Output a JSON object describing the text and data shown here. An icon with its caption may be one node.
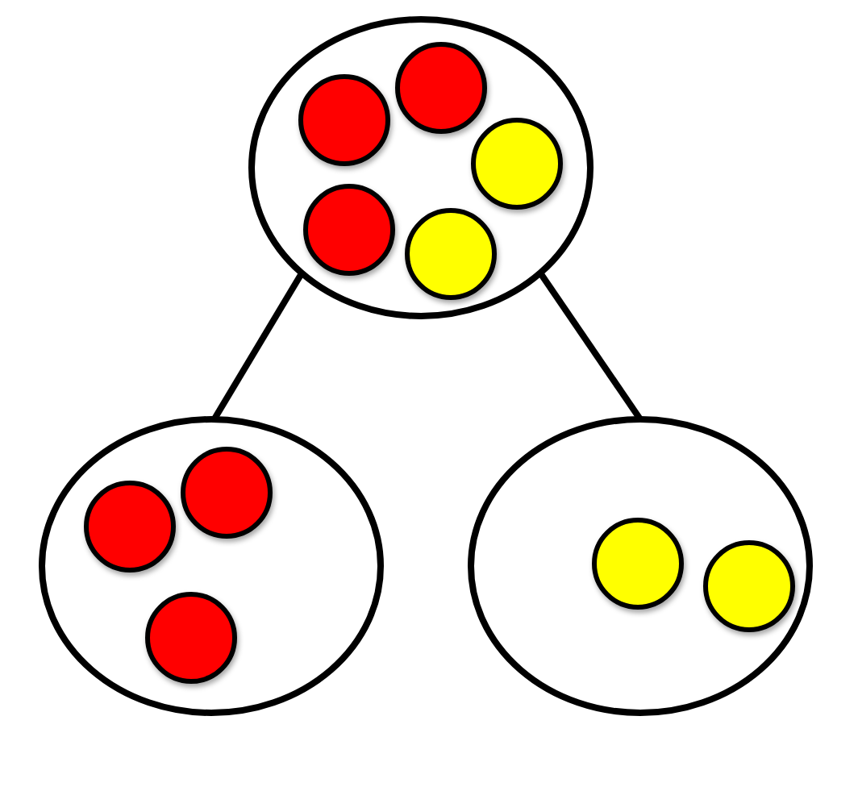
{
  "diagram": {
    "nodes": [
      {
        "text": [],
        "shape": "ellipse"
      },
      {
        "text": [],
        "shape": "circle",
        "in": 0
      },
      {
        "text": [],
        "shape": "circle",
        "in": 0
      },
      {
        "text": [],
        "shape": "circle",
        "in": 0
      },
      {
        "text": [],
        "shape": "circle",
        "in": 0
      },
      {
        "text": [],
        "shape": "circle",
        "in": 0
      },
      {
        "text": [],
        "shape": "ellipse"
      },
      {
        "text": [],
        "shape": "circle",
        "in": 6
      },
      {
        "text": [],
        "shape": "circle",
        "in": 6
      },
      {
        "text": [],
        "shape": "circle",
        "in": 6
      },
      {
        "text": [],
        "shape": "ellipse"
      },
      {
        "text": [],
        "shape": "circle",
        "in": 10
      },
      {
        "text": [],
        "shape": "circle",
        "in": 10
      }
    ],
    "edges": [
      {
        "from": 0,
        "to": 6,
        "arrow": "none"
      },
      {
        "from": 0,
        "to": 10,
        "arrow": "none"
      }
    ]
  }
}
